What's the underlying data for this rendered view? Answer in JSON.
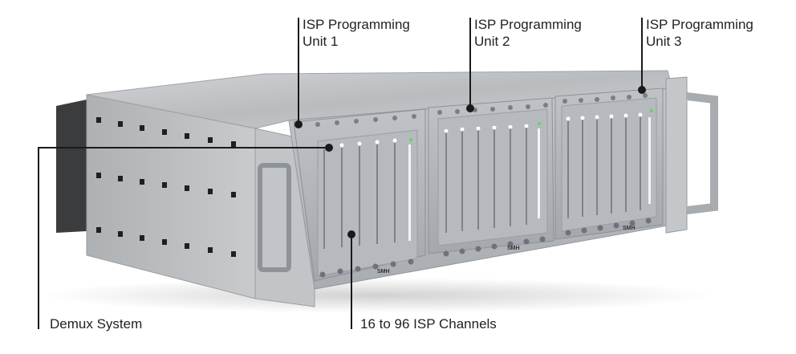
{
  "callouts": {
    "unit1": {
      "line1": "ISP Programming",
      "line2": "Unit 1"
    },
    "unit2": {
      "line1": "ISP Programming",
      "line2": "Unit 2"
    },
    "unit3": {
      "line1": "ISP Programming",
      "line2": "Unit 3"
    },
    "demux": {
      "label": "Demux System"
    },
    "channels": {
      "label": "16 to 96 ISP Channels"
    }
  },
  "colors": {
    "leader_line": "#1a1a1a",
    "label_text": "#222222",
    "chassis": "#c9cccf",
    "panel": "#b5b9bd",
    "led": "#ffffff",
    "status_led": "#55dd55"
  },
  "chassis_brand": "SMH"
}
